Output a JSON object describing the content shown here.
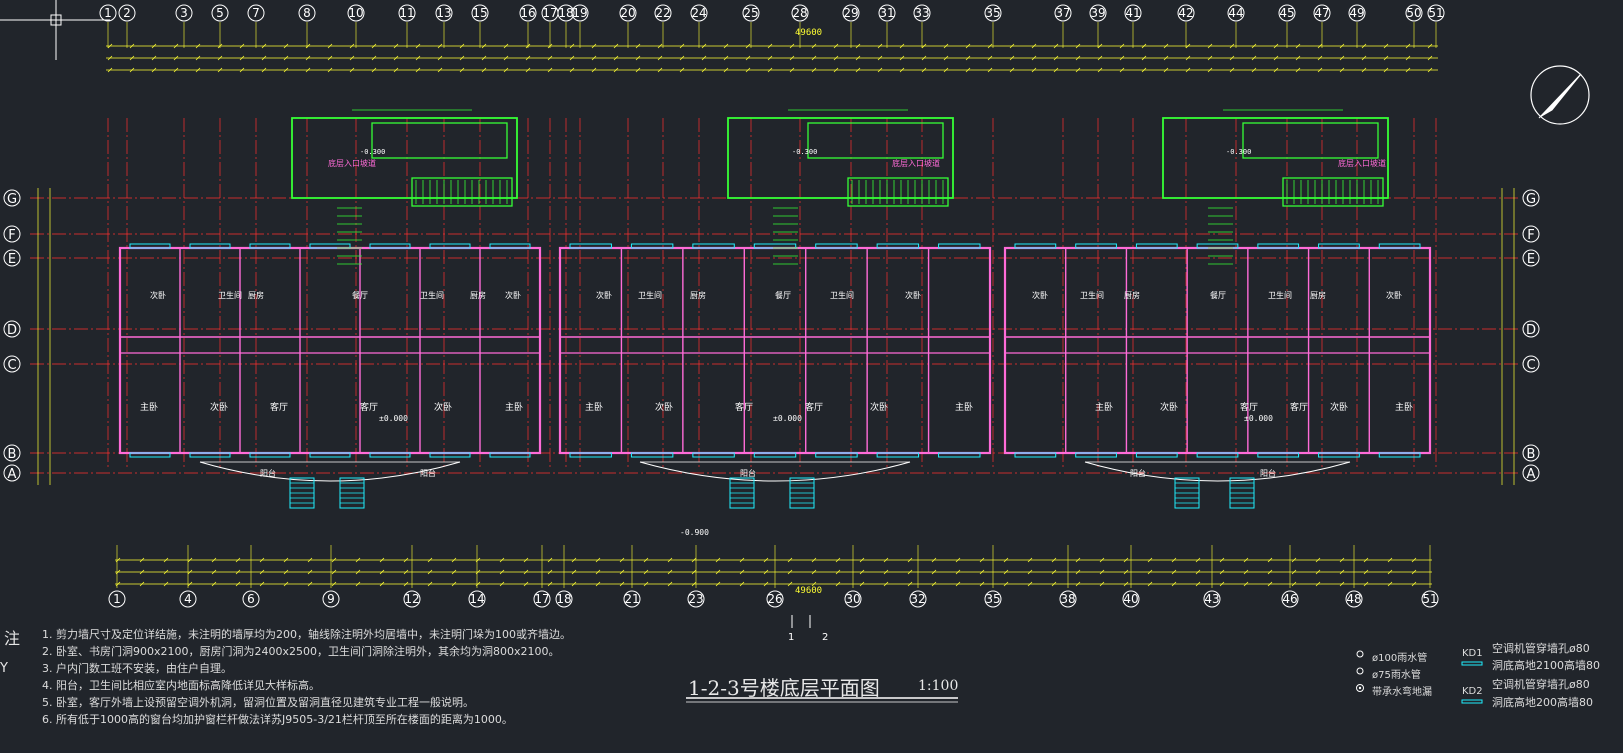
{
  "drawing": {
    "title": "1-2-3号楼底层平面图",
    "scale": "1:100",
    "colors": {
      "background": "#21252b",
      "wall": "#ff6bd8",
      "axis": "#ff3030",
      "dim": "#ffff33",
      "stair": "#36ff36",
      "window": "#20f0ff",
      "text": "#e6e6e6"
    }
  },
  "axes": {
    "top": [
      "1",
      "2",
      "3",
      "5",
      "7",
      "8",
      "10",
      "11",
      "13",
      "15",
      "16",
      "17",
      "18",
      "19",
      "20",
      "22",
      "24",
      "25",
      "28",
      "29",
      "31",
      "33",
      "35",
      "37",
      "39",
      "41",
      "42",
      "44",
      "45",
      "47",
      "49",
      "50",
      "51"
    ],
    "bottom": [
      "1",
      "4",
      "6",
      "9",
      "12",
      "14",
      "17",
      "18",
      "21",
      "23",
      "26",
      "30",
      "32",
      "35",
      "38",
      "40",
      "43",
      "46",
      "48",
      "51"
    ],
    "side": [
      "G",
      "F",
      "E",
      "D",
      "C",
      "B",
      "A"
    ]
  },
  "dims": {
    "overall_top": "49600",
    "overall_bottom": "49600",
    "elev_ground": "±0.000",
    "elev_outdoor": "-0.900",
    "elev_stair": "-0.300"
  },
  "rooms": {
    "unit_labels": [
      "次卧",
      "卫生间",
      "厨房",
      "餐厅",
      "卫生间",
      "厨房",
      "次卧",
      "次卧",
      "卫生间",
      "厨房",
      "餐厅",
      "卫生间",
      "次卧"
    ],
    "lower_labels": [
      "主卧",
      "次卧",
      "客厅",
      "客厅",
      "次卧",
      "主卧",
      "主卧",
      "次卧",
      "客厅",
      "客厅",
      "次卧",
      "主卧",
      "主卧",
      "次卧",
      "客厅",
      "客厅",
      "次卧",
      "主卧"
    ],
    "balcony": "阳台",
    "entry_stair": "底层入口坡道"
  },
  "notes": {
    "mark": "注",
    "items": [
      "1. 剪力墙尺寸及定位详结施，未注明的墙厚均为200，轴线除注明外均居墙中，未注明门垛为100或齐墙边。",
      "2. 卧室、书房门洞900x2100，厨房门洞为2400x2500，卫生间门洞除注明外，其余均为洞800x2100。",
      "3. 户内门数工班不安装，由住户自理。",
      "4. 阳台，卫生间比相应室内地面标高降低详见大样标高。",
      "5. 卧室，客厅外墙上设预留空调外机洞，留洞位置及留洞直径见建筑专业工程一般说明。",
      "6. 所有低于1000高的窗台均加护窗栏杆做法详苏J9505-3/21栏杆顶至所在楼面的距离为1000。"
    ]
  },
  "legend": {
    "items": [
      "ø100雨水管",
      "ø75雨水管",
      "带承水弯地漏"
    ],
    "kd1_tag": "KD1",
    "kd1_text_1": "空调机管穿墙孔ø80",
    "kd1_text_2": "洞底高地2100高墙80",
    "kd2_tag": "KD2",
    "kd2_text_1": "空调机管穿墙孔ø80",
    "kd2_text_2": "洞底高地200高墙80"
  }
}
